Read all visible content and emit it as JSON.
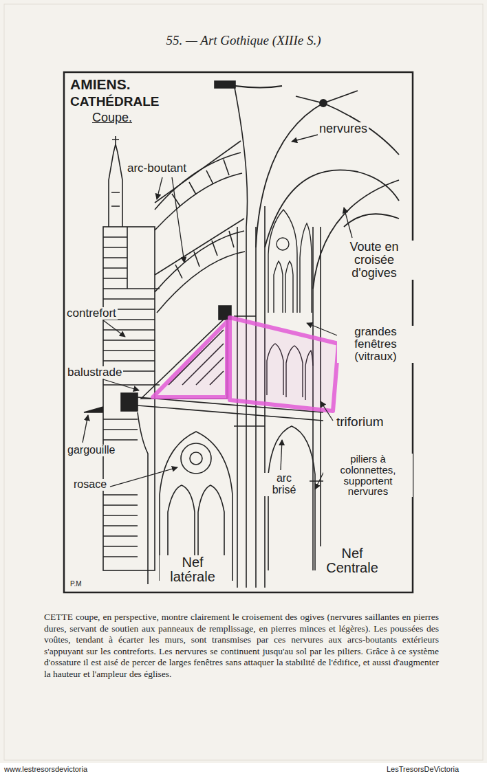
{
  "diagram": {
    "title": "55. — Art Gothique (XIIIe S.)",
    "caption": "CETTE coupe, en perspective, montre clairement le croisement des ogives (nervures saillantes en pierres dures, servant de soutien aux panneaux de remplissage, en pierres minces et légères). Les poussées des voûtes, tendant à écarter les murs, sont transmises par ces nervures aux arcs-boutants extérieurs s'appuyant sur les contreforts. Les nervures se continuent jusqu'au sol par les piliers. Grâce à ce système d'ossature il est aisé de percer de larges fenêtres sans attaquer la stabilité de l'édifice, et aussi d'augmenter la hauteur et l'ampleur des églises.",
    "labels": [
      "AMIENS.",
      "CATHÉDRALE",
      "Coupe.",
      "nervures",
      "arc-boutant",
      "Voute en croisée d'ogives",
      "contrefort",
      "grandes fenêtres (vitraux)",
      "balustrade",
      "triforium",
      "gargouille",
      "rosace",
      "arc brisé",
      "piliers à colonnettes, supportent nervures",
      "Nef latérale",
      "Nef Centrale",
      "P.M",
      "www.lestresorsdevictoria",
      "LesTresorsDeVictoria"
    ]
  }
}
